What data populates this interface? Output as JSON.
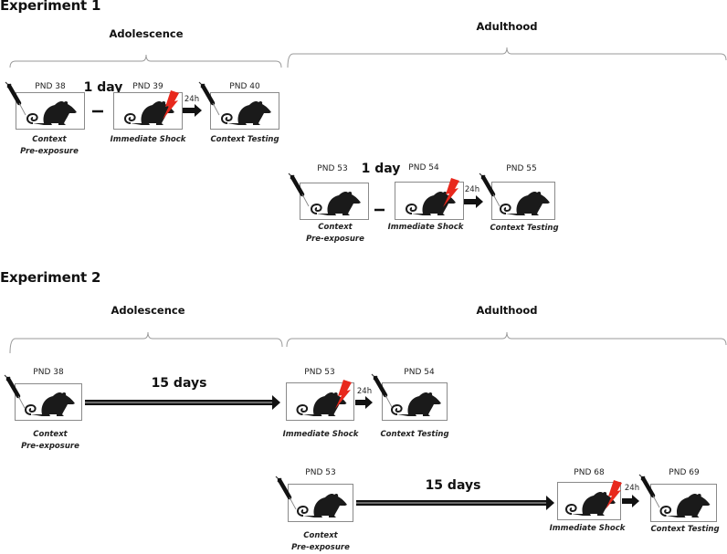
{
  "experiments": [
    {
      "title": "Experiment 1",
      "periods": [
        "Adolescence",
        "Adulthood"
      ],
      "rows": [
        {
          "gap_label": "1 day",
          "interval_label": "24h",
          "steps": [
            {
              "pnd": "PND 38",
              "caption": [
                "Context",
                "Pre-exposure"
              ],
              "injection": true,
              "shock": false
            },
            {
              "pnd": "PND 39",
              "caption": [
                "Immediate Shock"
              ],
              "injection": false,
              "shock": true
            },
            {
              "pnd": "PND 40",
              "caption": [
                "Context Testing"
              ],
              "injection": true,
              "shock": false
            }
          ]
        },
        {
          "gap_label": "1 day",
          "interval_label": "24h",
          "steps": [
            {
              "pnd": "PND 53",
              "caption": [
                "Context",
                "Pre-exposure"
              ],
              "injection": true,
              "shock": false
            },
            {
              "pnd": "PND 54",
              "caption": [
                "Immediate Shock"
              ],
              "injection": false,
              "shock": true
            },
            {
              "pnd": "PND 55",
              "caption": [
                "Context Testing"
              ],
              "injection": true,
              "shock": false
            }
          ]
        }
      ]
    },
    {
      "title": "Experiment 2",
      "periods": [
        "Adolescence",
        "Adulthood"
      ],
      "rows": [
        {
          "gap_label": "15 days",
          "interval_label": "24h",
          "steps": [
            {
              "pnd": "PND 38",
              "caption": [
                "Context",
                "Pre-exposure"
              ],
              "injection": true,
              "shock": false
            },
            {
              "pnd": "PND 53",
              "caption": [
                "Immediate Shock"
              ],
              "injection": false,
              "shock": true
            },
            {
              "pnd": "PND 54",
              "caption": [
                "Context Testing"
              ],
              "injection": true,
              "shock": false
            }
          ]
        },
        {
          "gap_label": "15 days",
          "interval_label": "24h",
          "steps": [
            {
              "pnd": "PND 53",
              "caption": [
                "Context",
                "Pre-exposure"
              ],
              "injection": true,
              "shock": false
            },
            {
              "pnd": "PND 68",
              "caption": [
                "Immediate Shock"
              ],
              "injection": false,
              "shock": true
            },
            {
              "pnd": "PND 69",
              "caption": [
                "Context Testing"
              ],
              "injection": true,
              "shock": false
            }
          ]
        }
      ]
    }
  ],
  "colors": {
    "shock": "#e8281c",
    "box_border": "#8a8a8a",
    "brace": "#9a9a9a",
    "mouse": "#1a1a1a"
  }
}
